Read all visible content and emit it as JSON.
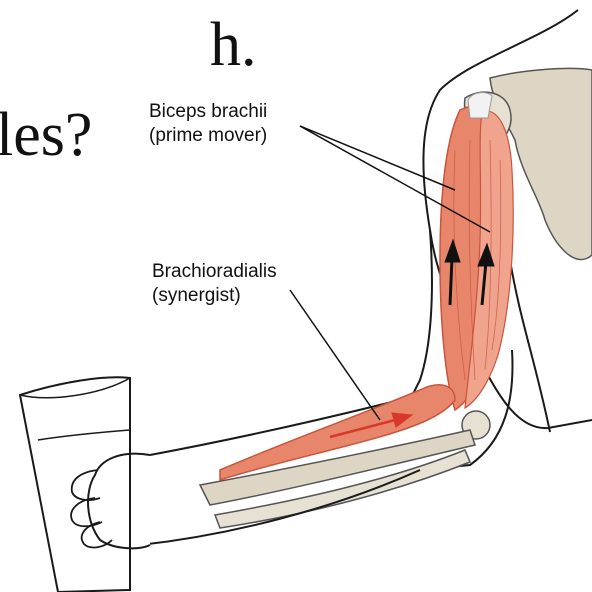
{
  "slide": {
    "line1": "h.",
    "line2": "les?"
  },
  "labels": {
    "biceps_name": "Biceps brachii",
    "biceps_role": "(prime mover)",
    "brachio_name": "Brachioradialis",
    "brachio_role": "(synergist)"
  },
  "colors": {
    "muscle": "#e8866c",
    "muscle_dark": "#c8553c",
    "bone": "#ddd6c4",
    "arrow_red": "#d8382a",
    "outline": "#1a1a1a"
  }
}
